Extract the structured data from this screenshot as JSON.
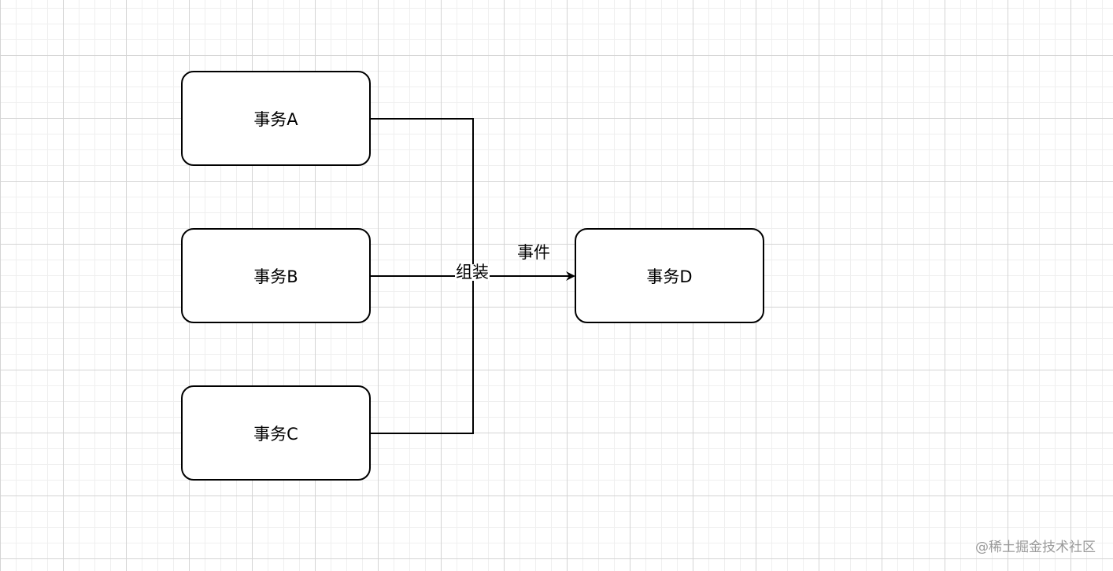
{
  "diagram": {
    "nodes": [
      {
        "id": "A",
        "label": "事务A"
      },
      {
        "id": "B",
        "label": "事务B"
      },
      {
        "id": "C",
        "label": "事务C"
      },
      {
        "id": "D",
        "label": "事务D"
      }
    ],
    "edges": [
      {
        "from": "A",
        "to": "D",
        "label": ""
      },
      {
        "from": "B",
        "to": "D",
        "label": ""
      },
      {
        "from": "C",
        "to": "D",
        "label": ""
      }
    ],
    "merge_label": "组装",
    "arrow_label": "事件",
    "line_color": "#000000"
  },
  "watermark": "@稀土掘金技术社区"
}
